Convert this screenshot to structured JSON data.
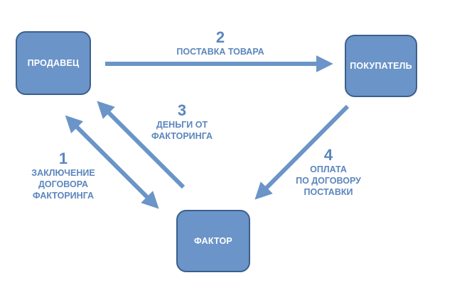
{
  "nodes": {
    "seller": "ПРОДАВЕЦ",
    "buyer": "ПОКУПАТЕЛЬ",
    "factor": "ФАКТОР"
  },
  "steps": [
    {
      "num": "1",
      "text": "ЗАКЛЮЧЕНИЕ\nДОГОВОРА\nФАКТОРИНГА"
    },
    {
      "num": "2",
      "text": "ПОСТАВКА ТОВАРА"
    },
    {
      "num": "3",
      "text": "ДЕНЬГИ ОТ\nФАКТОРИНГА"
    },
    {
      "num": "4",
      "text": "ОПЛАТА\nПО ДОГОВОРУ\nПОСТАВКИ"
    }
  ],
  "colors": {
    "node_fill": "#6b94c8",
    "node_border": "#3d5f8c",
    "arrow": "#6b94c8",
    "label_text": "#5b86bd"
  }
}
